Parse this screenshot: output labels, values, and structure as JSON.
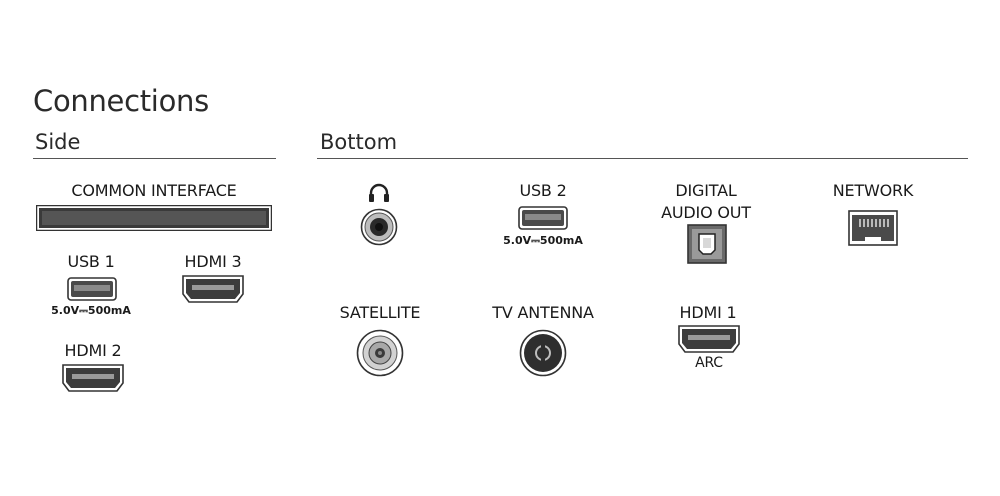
{
  "title": "Connections",
  "sections": {
    "side": {
      "title": "Side",
      "ports": {
        "common_interface": "COMMON INTERFACE",
        "usb1": "USB 1",
        "usb1_rating": "5.0V⎓500mA",
        "hdmi3": "HDMI 3",
        "hdmi2": "HDMI 2"
      }
    },
    "bottom": {
      "title": "Bottom",
      "ports": {
        "usb2": "USB 2",
        "usb2_rating": "5.0V⎓500mA",
        "digital_audio_line1": "DIGITAL",
        "digital_audio_line2": "AUDIO OUT",
        "network": "NETWORK",
        "satellite": "SATELLITE",
        "tv_antenna": "TV ANTENNA",
        "hdmi1": "HDMI 1",
        "hdmi1_note": "ARC"
      }
    }
  },
  "icons": {
    "headphone": "headphone-icon",
    "usb": "usb-port-icon",
    "hdmi": "hdmi-port-icon",
    "optical": "optical-port-icon",
    "ethernet": "ethernet-port-icon",
    "coax": "coax-port-icon",
    "ci_slot": "ci-slot-icon"
  }
}
